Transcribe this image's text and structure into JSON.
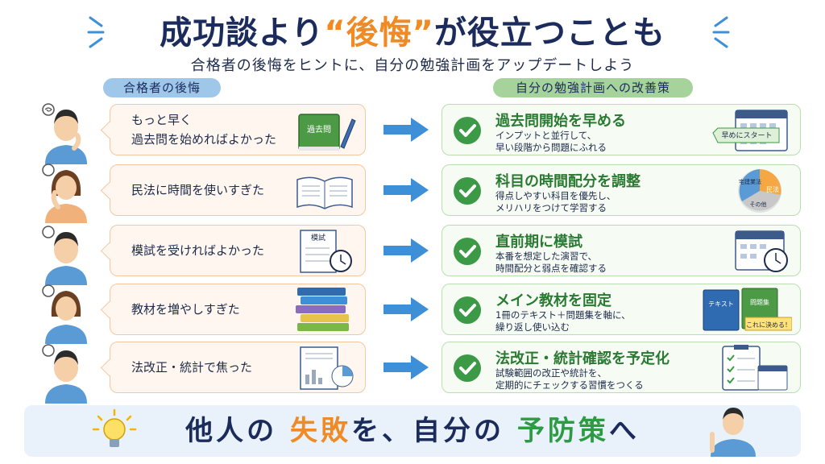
{
  "title": {
    "before": "成功談より",
    "accent": "“後悔”",
    "after": "が役立つことも"
  },
  "subtitle": "合格者の後悔をヒントに、自分の勉強計画をアップデートしよう",
  "headers": {
    "left": "合格者の後悔",
    "right": "自分の勉強計画への改善策"
  },
  "rows": [
    {
      "regret": "もっと早く\n過去問を始めればよかった",
      "book_label": "過去問",
      "plan_title": "過去問開始を早める",
      "plan_desc": "インプットと並行して、\n早い段階から問題にふれる",
      "tag": "早めにスタート"
    },
    {
      "regret": "民法に時間を使いすぎた",
      "plan_title": "科目の時間配分を調整",
      "plan_desc": "得点しやすい科目を優先し、\nメリハリをつけて学習する",
      "pie_labels": [
        "宅建業法",
        "民法",
        "その他"
      ]
    },
    {
      "regret": "模試を受ければよかった",
      "sheet_label": "模試",
      "plan_title": "直前期に模試",
      "plan_desc": "本番を想定した演習で、\n時間配分と弱点を確認する"
    },
    {
      "regret": "教材を増やしすぎた",
      "plan_title": "メイン教材を固定",
      "plan_desc": "1冊のテキスト＋問題集を軸に、\n繰り返し使い込む",
      "text_label": "テキスト",
      "workbook_label": "問題集",
      "decide_label": "これに決める！"
    },
    {
      "regret": "法改正・統計で焦った",
      "plan_title": "法改正・統計確認を予定化",
      "plan_desc": "試験範囲の改正や統計を、\n定期的にチェックする習慣をつくる"
    }
  ],
  "footer": {
    "p1": "他人の",
    "p2": "失敗",
    "p3": "を、自分の",
    "p4": "予防策",
    "p5": "へ"
  },
  "colors": {
    "navy": "#1b2b5c",
    "orange": "#f08a24",
    "green": "#2e9a43",
    "blue_arrow": "#3d8fd8"
  }
}
